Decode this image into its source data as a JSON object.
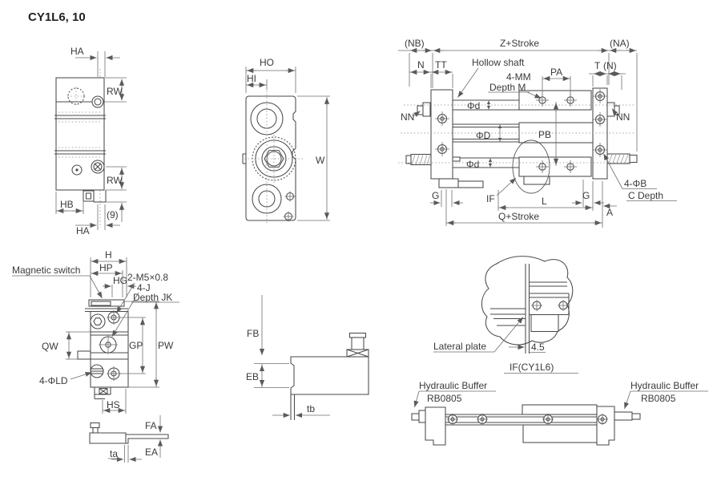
{
  "title": "CY1L6, 10",
  "colors": {
    "background": "#ffffff",
    "object_line": "#4a4a4a",
    "dimension_line": "#6e6e6e",
    "centerline": "#909090",
    "text": "#3a3a3a"
  },
  "views": {
    "side": {
      "description": "side view top-left",
      "labels": {
        "ha": "HA",
        "rw": "RW",
        "hb": "HB",
        "nine": "(9)"
      }
    },
    "front": {
      "description": "front face view",
      "labels": {
        "ho": "HO",
        "hi": "HI",
        "w": "W"
      }
    },
    "main": {
      "description": "main longitudinal view",
      "labels": {
        "nb": "(NB)",
        "z_stroke": "Z+Stroke",
        "na": "(NA)",
        "n": "N",
        "tt": "TT",
        "hollow_shaft": "Hollow shaft",
        "four_mm": "4-MM",
        "depth_m": "Depth M",
        "pa": "PA",
        "t": "T",
        "n_paren": "(N)",
        "nn": "NN",
        "phi_d": "Φd",
        "phi_big_d": "ΦD",
        "pb": "PB",
        "four_phi_b": "4-ΦB",
        "c_depth": "C Depth",
        "g": "G",
        "if": "IF",
        "a": "A",
        "l": "L",
        "q_stroke": "Q+Stroke"
      }
    },
    "end": {
      "description": "end view with magnetic switch",
      "labels": {
        "magnetic_switch": "Magnetic switch",
        "h": "H",
        "hp": "HP",
        "hg": "HG",
        "two_m5": "2-M5×0.8",
        "four_j": "4-J",
        "depth_jk": "Depth JK",
        "qw": "QW",
        "gp": "GP",
        "pw": "PW",
        "four_phi_ld": "4-ΦLD",
        "hs": "HS",
        "fa": "FA",
        "ea": "EA",
        "ta": "ta"
      }
    },
    "section": {
      "description": "plate section view",
      "labels": {
        "fb": "FB",
        "eb": "EB",
        "tb": "tb"
      }
    },
    "lateral": {
      "description": "lateral plate detail",
      "labels": {
        "lateral_plate": "Lateral plate",
        "thickness": "4.5",
        "caption": "IF(CY1L6)"
      }
    },
    "buffer": {
      "description": "hydraulic buffer option view",
      "labels": {
        "name": "Hydraulic Buffer",
        "model": "RB0805"
      }
    }
  }
}
